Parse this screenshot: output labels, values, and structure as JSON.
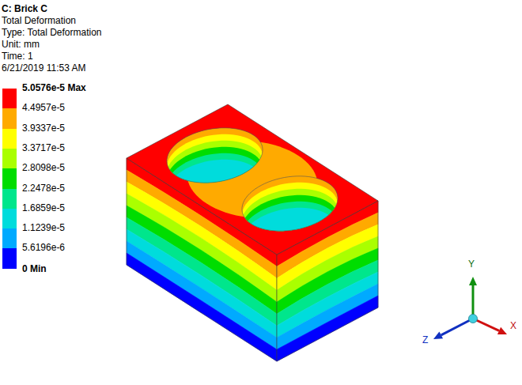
{
  "diagram": {
    "title": "C: Brick C",
    "labels": [
      "Total Deformation",
      "Type: Total Deformation",
      "Unit: mm",
      "Time: 1",
      "6/21/2019 11:53 AM",
      "0 Min",
      "Y",
      "Z",
      "X"
    ],
    "legend": [
      {
        "text": "5.0576e-5 Max",
        "color": "#ff0000"
      },
      {
        "text": "4.4957e-5",
        "color": "#ffaa00"
      },
      {
        "text": "3.9337e-5",
        "color": "#ffff00"
      },
      {
        "text": "3.3717e-5",
        "color": "#aaff00"
      },
      {
        "text": "2.8098e-5",
        "color": "#00dd00"
      },
      {
        "text": "2.2478e-5",
        "color": "#00e68c"
      },
      {
        "text": "1.6859e-5",
        "color": "#00dcdc"
      },
      {
        "text": "1.1239e-5",
        "color": "#00aaff"
      },
      {
        "text": "5.6196e-6",
        "color": "#0000ff"
      }
    ]
  }
}
